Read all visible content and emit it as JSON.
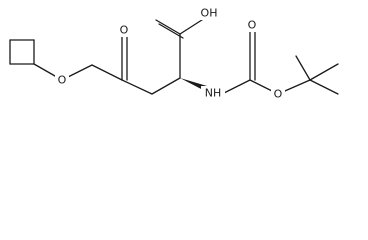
{
  "molecule": {
    "atoms": {
      "ester_o": "O",
      "ester_carbonyl_o": "O",
      "acid_oh": "OH",
      "nh": "NH",
      "carbamate_carbonyl_o": "O",
      "carbamate_o": "O"
    }
  }
}
